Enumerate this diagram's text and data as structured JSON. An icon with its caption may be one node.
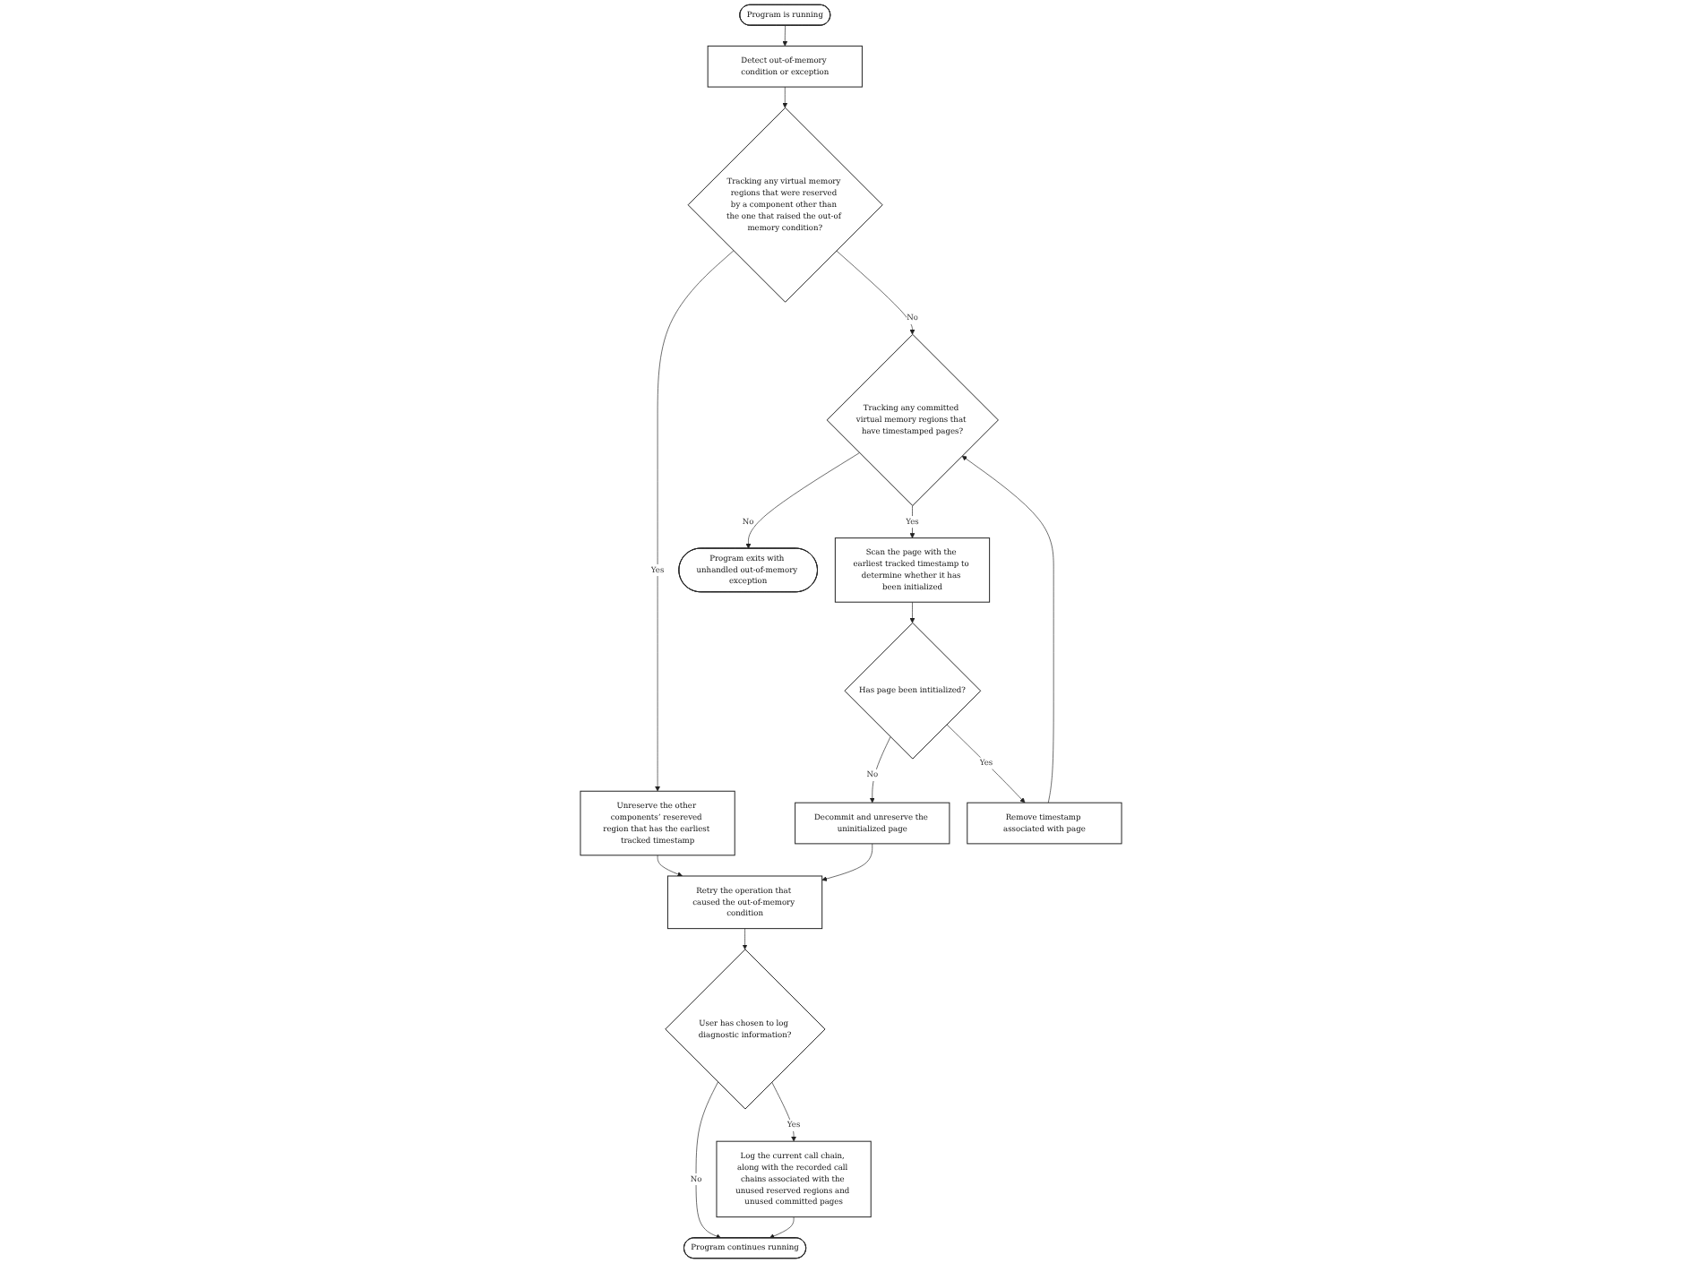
{
  "diagram": {
    "nodes": [
      {
        "text": [
          "Program is running"
        ]
      },
      {
        "text": [
          "Detect out-of-memory condition or exception"
        ]
      },
      {
        "text": [
          "Tracking any virtual memory regions that were reserved by a component other than the one that raised the out-of memory condition?"
        ]
      },
      {
        "text": [
          "Unreserve the other components’ resereved region that has the earliest tracked timestamp"
        ]
      },
      {
        "text": [
          "Retry the operation that caused the out-of-memory condition"
        ]
      },
      {
        "text": [
          "User has chosen to log diagnostic information?"
        ]
      },
      {
        "text": [
          "Tracking any committed virtual memory regions that have timestamped pages?"
        ]
      },
      {
        "text": [
          "Log the current call chain, along with the recorded call chains associated with the unused reserved regions and unused committed pages"
        ]
      },
      {
        "text": [
          "Program continues running"
        ]
      },
      {
        "text": [
          "Scan the page with the earliest tracked timestamp to determine whether it has been initialized"
        ]
      },
      {
        "text": [
          "Program exits with unhandled out-of-memory exception"
        ]
      },
      {
        "text": [
          "Has page been intitialized?"
        ]
      },
      {
        "text": [
          "Decommit and unreserve the uninitialized page"
        ]
      },
      {
        "text": [
          "Remove timestamp associated with page"
        ]
      }
    ],
    "edges": [
      {
        "from": 0,
        "to": 1,
        "arrow": "to"
      },
      {
        "from": 1,
        "to": 2,
        "arrow": "to"
      },
      {
        "from": 2,
        "to": 3,
        "arrow": "to",
        "label": "Yes"
      },
      {
        "from": 3,
        "to": 4,
        "arrow": "to"
      },
      {
        "from": 4,
        "to": 5,
        "arrow": "to"
      },
      {
        "from": 5,
        "to": 8,
        "arrow": "to",
        "label": "No"
      },
      {
        "from": 5,
        "to": 7,
        "arrow": "to",
        "label": "Yes"
      },
      {
        "from": 7,
        "to": 8,
        "arrow": "to"
      },
      {
        "from": 2,
        "to": 6,
        "arrow": "to",
        "label": "No"
      },
      {
        "from": 6,
        "to": 9,
        "arrow": "to",
        "label": "Yes"
      },
      {
        "from": 6,
        "to": 10,
        "arrow": "to",
        "label": "No"
      },
      {
        "from": 9,
        "to": 11,
        "arrow": "to"
      },
      {
        "from": 11,
        "to": 12,
        "arrow": "to",
        "label": "No"
      },
      {
        "from": 12,
        "to": 4,
        "arrow": "to"
      },
      {
        "from": 11,
        "to": 13,
        "arrow": "to",
        "label": "Yes"
      },
      {
        "from": 13,
        "to": 6,
        "arrow": "to"
      }
    ]
  }
}
